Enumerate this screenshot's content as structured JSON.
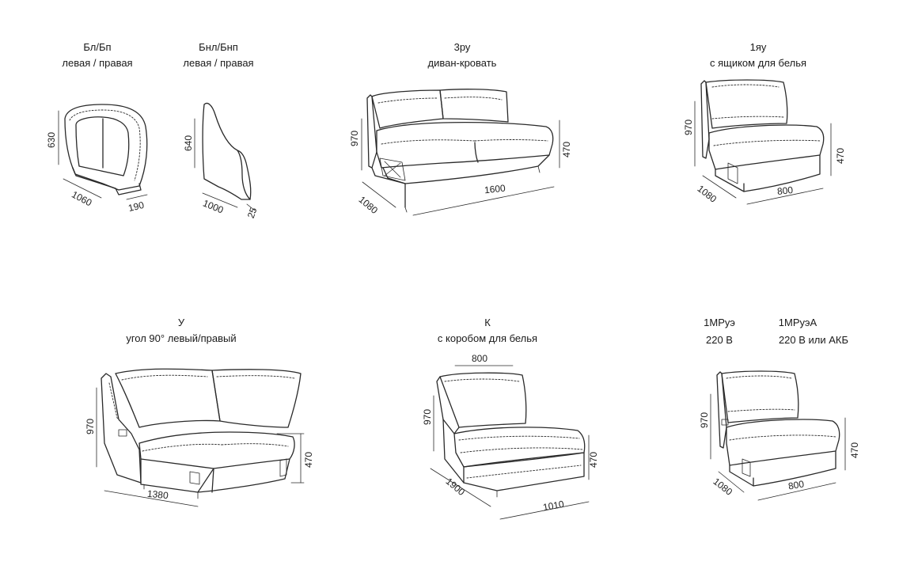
{
  "items": [
    {
      "code": "Бл/Бп",
      "desc": "левая / правая",
      "dims": [
        "630",
        "1060",
        "190"
      ]
    },
    {
      "code": "Бнл/Бнп",
      "desc": "левая / правая",
      "dims": [
        "640",
        "1000",
        "25"
      ]
    },
    {
      "code": "3ру",
      "desc": "диван-кровать",
      "dims": [
        "970",
        "470",
        "1080",
        "1600"
      ]
    },
    {
      "code": "1яу",
      "desc": "с ящиком для белья",
      "dims": [
        "970",
        "470",
        "1080",
        "800"
      ]
    },
    {
      "code": "У",
      "desc": "угол 90° левый/правый",
      "dims": [
        "970",
        "470",
        "1380"
      ]
    },
    {
      "code": "К",
      "desc": "с коробом для белья",
      "dims": [
        "800",
        "970",
        "470",
        "1900",
        "1010"
      ]
    },
    {
      "code": "1МРуэ",
      "desc": "220 В"
    },
    {
      "code": "1МРуэА",
      "desc": "220 В или АКБ",
      "dims": [
        "970",
        "470",
        "1080",
        "800"
      ]
    }
  ]
}
